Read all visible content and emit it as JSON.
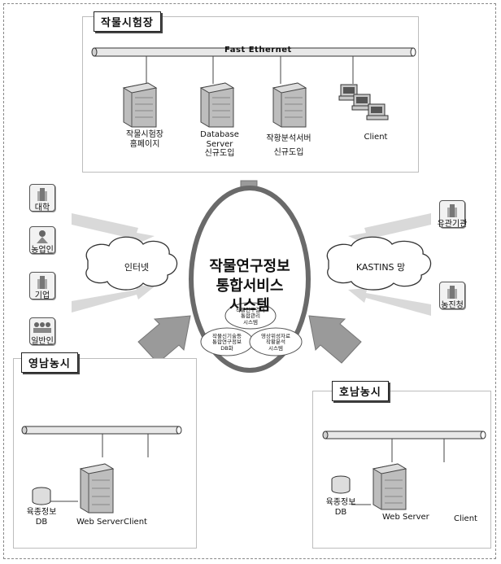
{
  "zones": {
    "test_site": "작물시험장",
    "yeongnam": "영남농시",
    "honam": "호남농시"
  },
  "network": {
    "bus_label": "Fast Ethernet"
  },
  "servers": {
    "homepage_line1": "작물시험장",
    "homepage_line2": "홈페이지",
    "db_line1": "Database",
    "db_line2": "Server",
    "db_line3": "신규도입",
    "analysis_line1": "작황분석서버",
    "analysis_line2": "신규도입",
    "client": "Client"
  },
  "core": {
    "line1": "작물연구정보",
    "line2": "통합서비스",
    "line3": "시스템",
    "sub1_line1": "작물연구결과",
    "sub1_line2": "통합관리",
    "sub1_line3": "시스템",
    "sub2_line1": "작물신기술등",
    "sub2_line2": "통합연구정보",
    "sub2_line3": "DB화",
    "sub3_line1": "영상위성자료",
    "sub3_line2": "작황분석",
    "sub3_line3": "시스템"
  },
  "clouds": {
    "internet": "인터넷",
    "kastins": "KASTINS 망"
  },
  "left_orgs": [
    "대학",
    "농업인",
    "기업",
    "일반인"
  ],
  "right_orgs": [
    "유관기관",
    "농진청"
  ],
  "regional": {
    "db_line1": "육종정보",
    "db_line2": "DB",
    "web_server": "Web Server",
    "client": "Client"
  },
  "colors": {
    "ellipse_border": "#6a6a6a",
    "arrow_fill": "#9a9a9a",
    "bus_fill": "#e8e8e8"
  }
}
